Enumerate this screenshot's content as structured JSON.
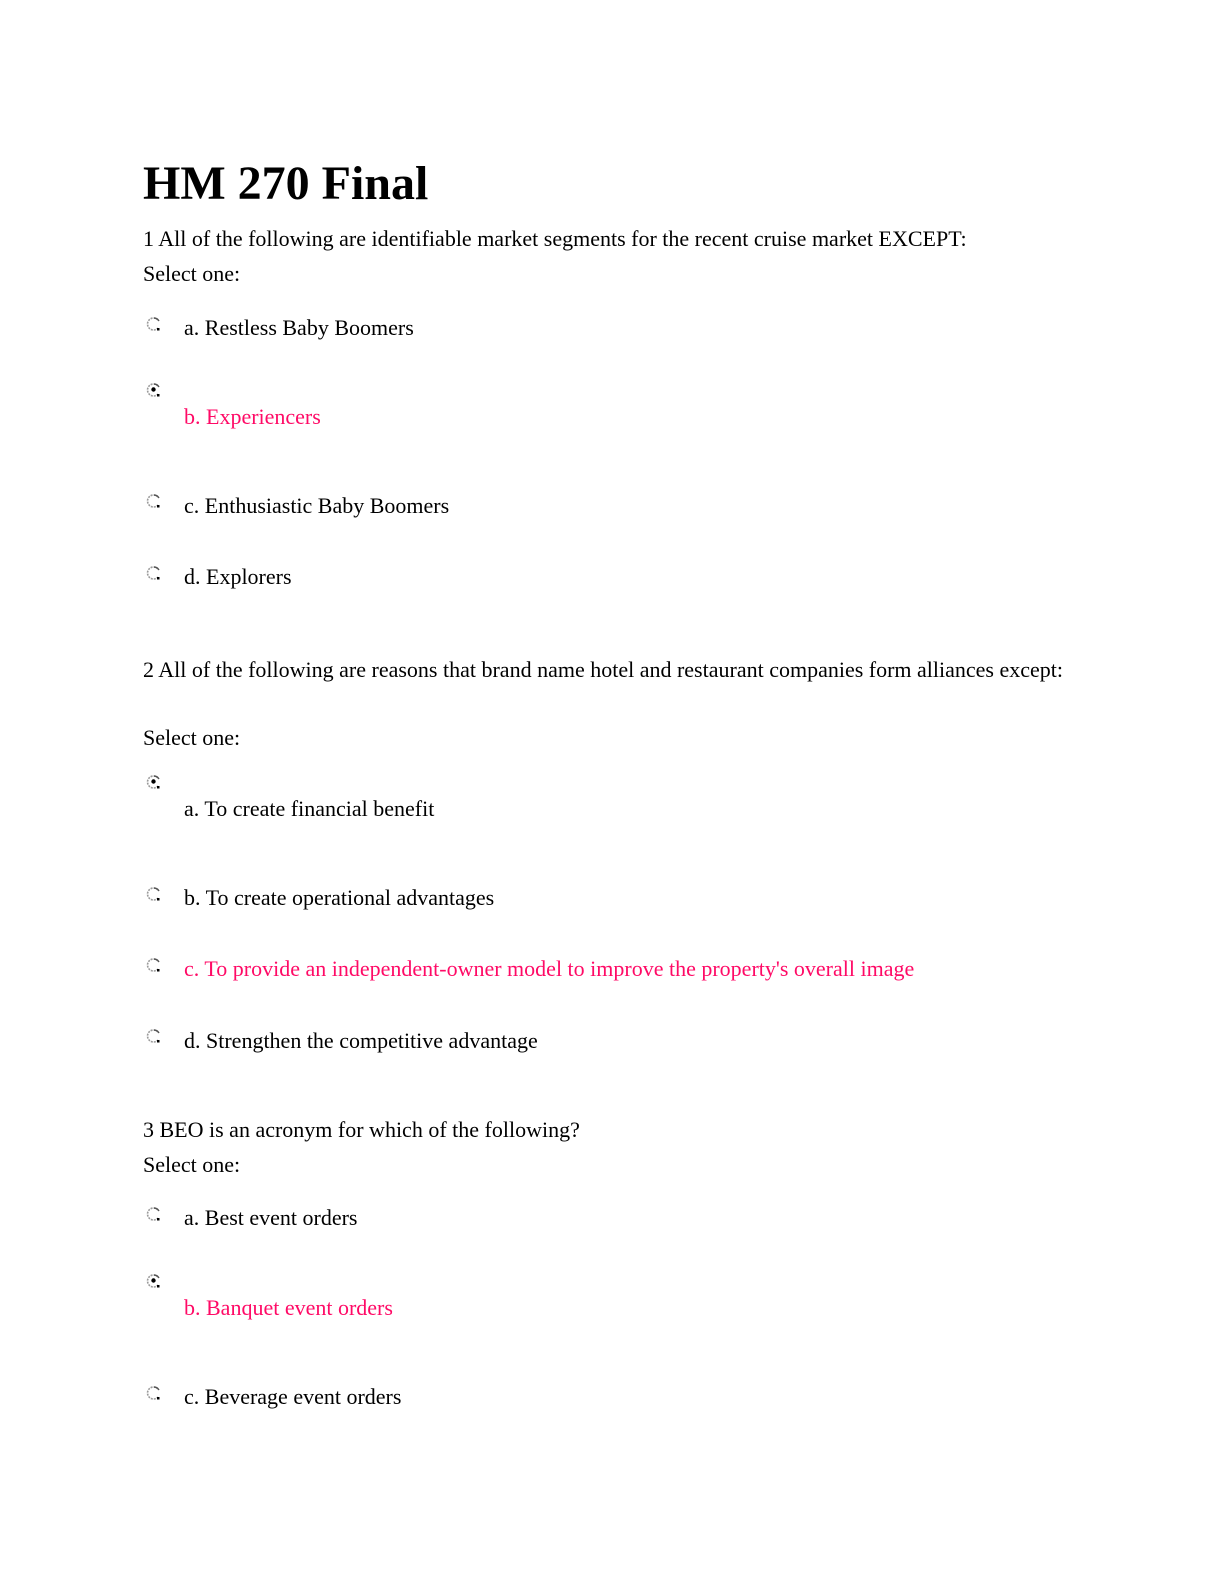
{
  "title": "HM 270 Final",
  "accent_color": "#ff0a66",
  "questions": [
    {
      "text": "1 All of the following are identifiable market segments for the recent cruise market EXCEPT:",
      "prompt": "Select one:",
      "options": [
        {
          "label": "a. Restless Baby Boomers",
          "checked": false,
          "highlighted": false
        },
        {
          "label": "b. Experiencers",
          "checked": true,
          "highlighted": true
        },
        {
          "label": "c. Enthusiastic Baby Boomers",
          "checked": false,
          "highlighted": false
        },
        {
          "label": "d. Explorers",
          "checked": false,
          "highlighted": false
        }
      ]
    },
    {
      "text": "2 All of the following are reasons that brand name hotel and restaurant companies form alliances except:",
      "prompt": "Select one:",
      "options": [
        {
          "label": "a. To create financial benefit",
          "checked": true,
          "highlighted": false
        },
        {
          "label": "b. To create operational advantages",
          "checked": false,
          "highlighted": false
        },
        {
          "label": "c. To provide an independent-owner model to improve the property's overall image",
          "checked": false,
          "highlighted": true
        },
        {
          "label": "d. Strengthen the competitive advantage",
          "checked": false,
          "highlighted": false
        }
      ]
    },
    {
      "text": "3 BEO is an acronym for which of the following?",
      "prompt": "Select one:",
      "options": [
        {
          "label": "a. Best event orders",
          "checked": false,
          "highlighted": false
        },
        {
          "label": "b. Banquet event orders",
          "checked": true,
          "highlighted": true
        },
        {
          "label": "c. Beverage event orders",
          "checked": false,
          "highlighted": false
        }
      ]
    }
  ]
}
